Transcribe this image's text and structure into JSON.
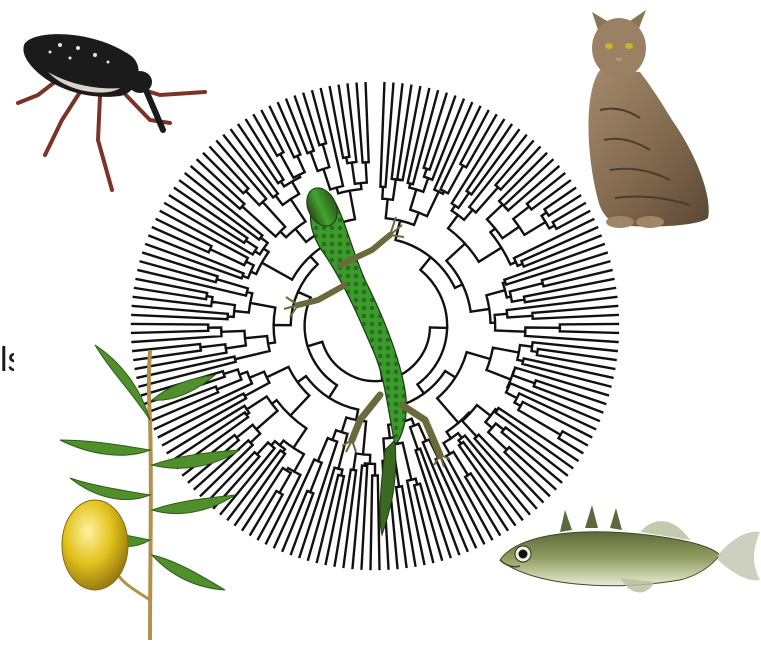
{
  "tree": {
    "leaf_count": 168,
    "depth_levels": 9,
    "branch_color": "#111111",
    "seed": 7
  },
  "organisms": [
    "weevil-beetle",
    "tabby-cat",
    "green-lizard",
    "lemon-plant",
    "stickleback-fish"
  ],
  "fragment_text": "ls",
  "colors": {
    "lizard_green": "#3f9a2c",
    "lizard_dark": "#2c4a1c",
    "cat_fur": "#8a7358",
    "beetle_black": "#1b1b1b",
    "beetle_legs": "#7a3326",
    "lemon": "#e2c21c",
    "leaf_green": "#4f8f2c",
    "fish_body": "#8e9a5a",
    "fish_belly": "#e7ecd5"
  }
}
